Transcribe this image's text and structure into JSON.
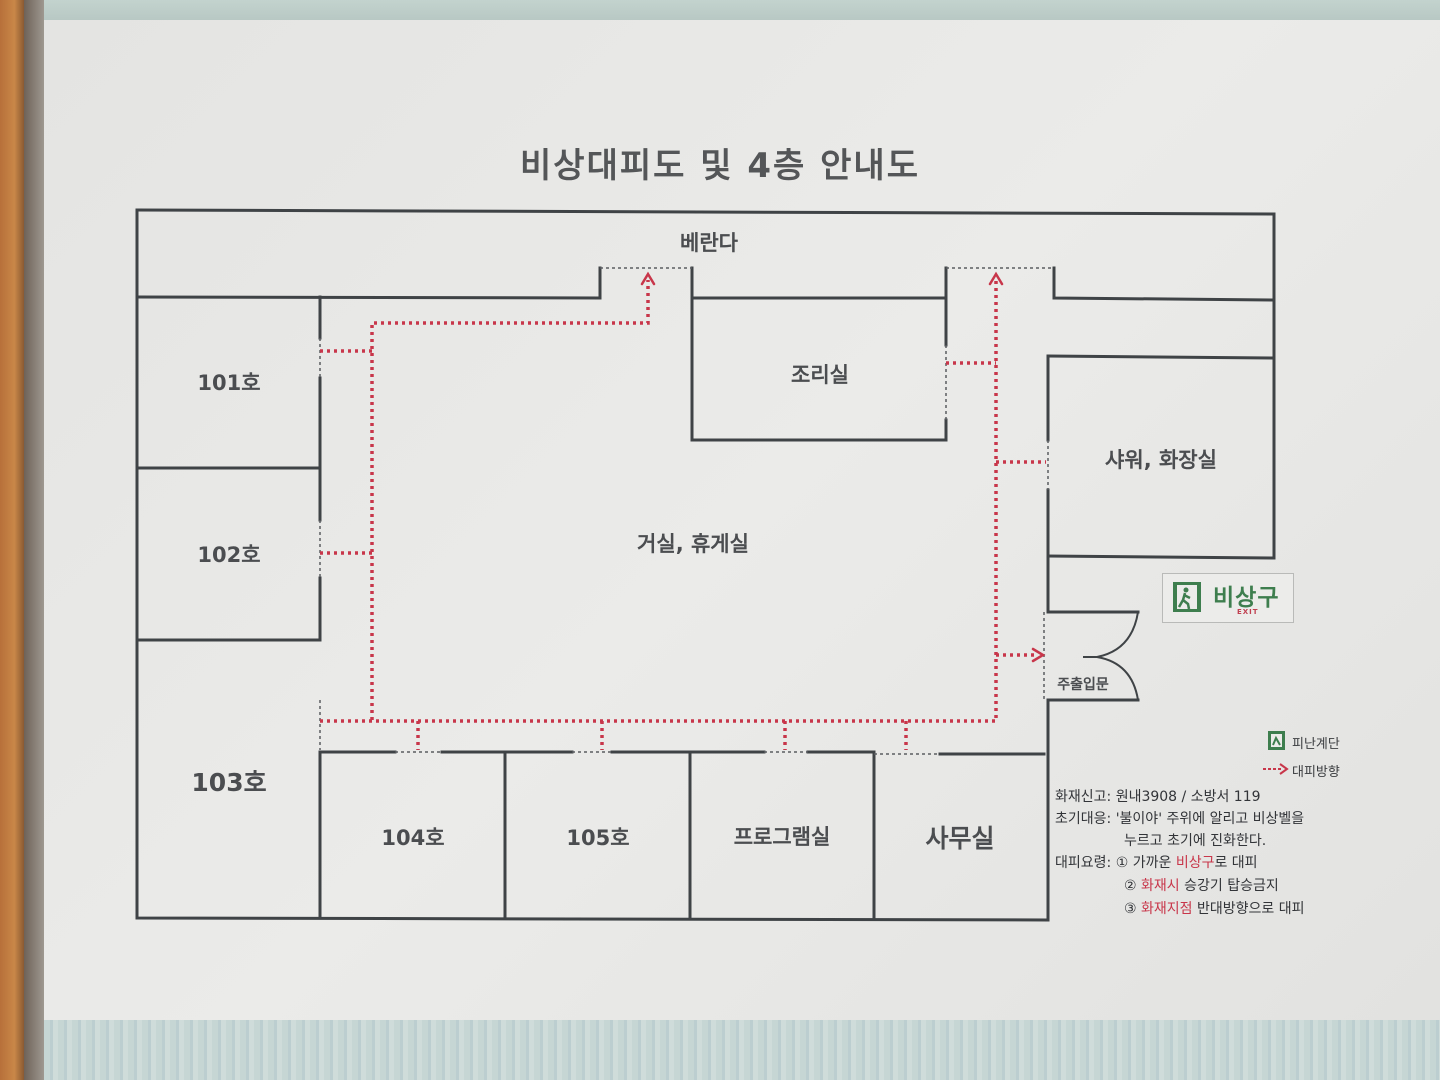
{
  "title": "비상대피도 및 4층 안내도",
  "rooms": {
    "veranda": "베란다",
    "r101": "101호",
    "r102": "102호",
    "r103": "103호",
    "r104": "104호",
    "r105": "105호",
    "program_room": "프로그램실",
    "office": "사무실",
    "kitchen": "조리실",
    "living_lounge": "거실, 휴게실",
    "shower_toilet": "샤워, 화장실",
    "main_entrance": "주출입문"
  },
  "exit_sign": {
    "label": "비상구",
    "sub": "EXIT",
    "icon": "running-man-exit-icon",
    "color": "#3e7e4e"
  },
  "legend": {
    "stairs": "피난계단",
    "direction": "대피방향",
    "route_color": "#c8364a"
  },
  "notes": {
    "report_label": "화재신고:",
    "report_value": "원내3908 / 소방서 119",
    "initial_label": "초기대응:",
    "initial_line1": "'불이야' 주위에 알리고 비상벨을",
    "initial_line2": "누르고 초기에 진화한다.",
    "evac_label": "대피요령:",
    "step1_num": "①",
    "step1_pre": "가까운",
    "step1_red": "비상구",
    "step1_post": "로 대피",
    "step2_num": "②",
    "step2_red": "화재시",
    "step2_post": "승강기 탑승금지",
    "step3_num": "③",
    "step3_red": "화재지점",
    "step3_post": "반대방향으로 대피"
  }
}
